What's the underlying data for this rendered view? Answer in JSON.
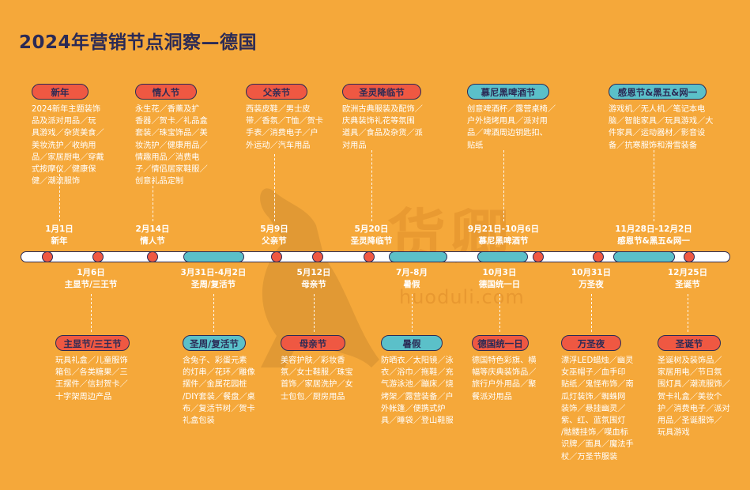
{
  "title": "2024年营销节点洞察—德国",
  "watermark": {
    "main": "货卿",
    "sub": "huoduli.com"
  },
  "top_events": [
    {
      "pill": "新年",
      "desc": "2024新年主题装饰\n品及派对用品／玩\n具游戏／杂货美食／\n美妆洗护／收纳用\n品／家居厨电／穿戴\n式按摩仪／健康保\n健／潮流服饰",
      "date": "1月1日",
      "name": "新年"
    },
    {
      "pill": "情人节",
      "desc": "永生花／香薰及扩\n香器／贺卡／礼品盒\n套装／珠宝饰品／美\n妆洗护／健康用品／\n情趣用品／消费电\n子／情侣居家鞋服／\n创意礼品定制",
      "date": "2月14日",
      "name": "情人节"
    },
    {
      "pill": "父亲节",
      "desc": "西装皮鞋／男士皮\n带／香氛／T恤／贺卡\n手表／消费电子／户\n外运动／汽车用品",
      "date": "5月9日",
      "name": "父亲节"
    },
    {
      "pill": "圣灵降临节",
      "desc": "欧洲古典服装及配饰／\n庆典装饰礼花等氛围\n道具／食品及杂货／派\n对用品",
      "date": "5月20日",
      "name": "圣灵降临节"
    },
    {
      "pill": "慕尼黑啤酒节",
      "desc": "创意啤酒杯／露营桌椅／\n户外烧烤用具／派对用\n品／啤酒周边钥匙扣、\n贴纸",
      "date": "9月21日-10月6日",
      "name": "慕尼黑啤酒节"
    },
    {
      "pill": "感恩节&黑五&网一",
      "desc": "游戏机／无人机／笔记本电\n脑／智能家具／玩具游戏／大\n件家具／运动器材／影音设\n备／抗寒服饰和滑雪装备",
      "date": "11月28日-12月2日",
      "name": "感恩节&黑五&网一"
    }
  ],
  "bottom_events": [
    {
      "pill": "主显节/三王节",
      "desc": "玩具礼盒／儿童服饰\n箱包／各类糖果／三\n王摆件／信封贺卡／\n十字架周边产品",
      "date": "1月6日",
      "name": "主显节/三王节"
    },
    {
      "pill": "圣周/复活节",
      "desc": "含兔子、彩蛋元素\n的灯串／花环／雕像\n摆件／金属花园桩\n/DIY套装／餐盘／桌\n布／复活节树／贺卡\n礼盒包装",
      "date": "3月31日-4月2日",
      "name": "圣周/复活节"
    },
    {
      "pill": "母亲节",
      "desc": "美容护肤／彩妆香\n氛／女士鞋服／珠宝\n首饰／家居洗护／女\n士包包／厨房用品",
      "date": "5月12日",
      "name": "母亲节"
    },
    {
      "pill": "暑假",
      "desc": "防晒衣／太阳镜／泳\n衣／浴巾／拖鞋／充\n气游泳池／蹦床／烧\n烤架／露营装备／户\n外帐篷／便携式炉\n具／睡袋／登山鞋服",
      "date": "7月-8月",
      "name": "暑假"
    },
    {
      "pill": "德国统一日",
      "desc": "德国特色彩旗、横\n幅等庆典装饰品／\n旅行户外用品／聚\n餐派对用品",
      "date": "10月3日",
      "name": "德国统一日"
    },
    {
      "pill": "万圣夜",
      "desc": "漂浮LED蜡烛／幽灵\n女巫帽子／血手印\n贴纸／鬼怪布饰／南\n瓜灯装饰／蜘蛛网\n装饰／悬挂幽灵／\n紫、红、蓝氛围灯\n/骷髅挂饰／喋血标\n识牌／面具／魔法手\n杖／万圣节服装",
      "date": "10月31日",
      "name": "万圣夜"
    },
    {
      "pill": "圣诞节",
      "desc": "圣诞树及装饰品／\n家居用电／节日氛\n围灯具／潮流服饰／\n贺卡礼盒／美妆个\n护／消费电子／派对\n用品／圣诞服饰／\n玩具游戏",
      "date": "12月25日",
      "name": "圣诞节"
    }
  ],
  "colors": {
    "background": "#f5a83a",
    "title": "#2b2a55",
    "red": "#ef5842",
    "teal": "#5bc0c9"
  }
}
